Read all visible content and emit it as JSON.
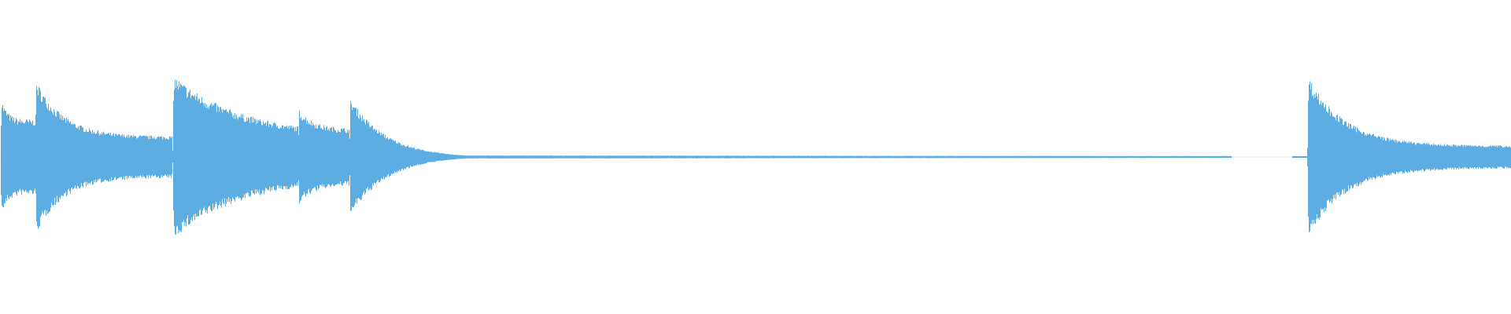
{
  "waveform": {
    "color": "#5dade2",
    "background": "#ffffff",
    "segments": [
      {
        "start": 0.0,
        "end": 0.023,
        "peak": 0.33,
        "decay": 0.18,
        "tail": 0.2
      },
      {
        "start": 0.023,
        "end": 0.114,
        "peak": 0.42,
        "decay": 0.2,
        "tail": 0.11
      },
      {
        "start": 0.114,
        "end": 0.197,
        "peak": 0.44,
        "decay": 0.55,
        "tail": 0.11
      },
      {
        "start": 0.197,
        "end": 0.231,
        "peak": 0.26,
        "decay": 0.3,
        "tail": 0.15
      },
      {
        "start": 0.231,
        "end": 0.865,
        "peak": 0.31,
        "decay": 1.0,
        "tail": 0.012,
        "fade_end": 0.33,
        "floor": 0.008,
        "gap_start": 0.815,
        "gap_end": 0.855
      },
      {
        "start": 0.865,
        "end": 1.0,
        "peak": 0.44,
        "decay": 0.18,
        "tail": 0.06
      }
    ]
  }
}
